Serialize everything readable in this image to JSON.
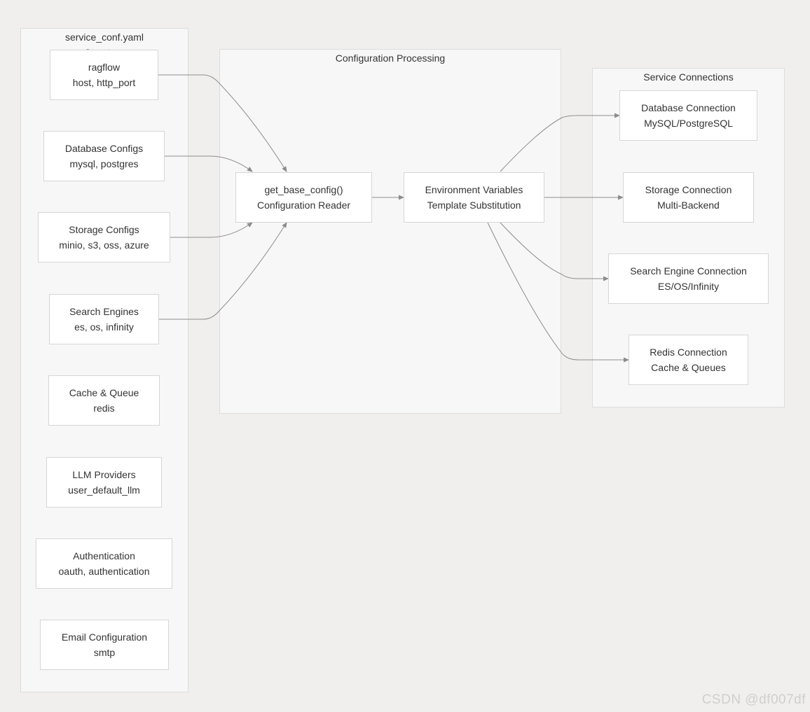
{
  "groups": {
    "service_conf": {
      "title_line1": "service_conf.yaml",
      "title_line2": "Structure"
    },
    "processing": {
      "title": "Configuration Processing"
    },
    "connections": {
      "title": "Service Connections"
    }
  },
  "nodes": {
    "ragflow": [
      "ragflow",
      "host, http_port"
    ],
    "database_configs": [
      "Database Configs",
      "mysql, postgres"
    ],
    "storage_configs": [
      "Storage Configs",
      "minio, s3, oss, azure"
    ],
    "search_engines": [
      "Search Engines",
      "es, os, infinity"
    ],
    "cache_queue": [
      "Cache & Queue",
      "redis"
    ],
    "llm_providers": [
      "LLM Providers",
      "user_default_llm"
    ],
    "authentication": [
      "Authentication",
      "oauth, authentication"
    ],
    "email_configuration": [
      "Email Configuration",
      "smtp"
    ],
    "get_base_config": [
      "get_base_config()",
      "Configuration Reader"
    ],
    "env_vars": [
      "Environment Variables",
      "Template Substitution"
    ],
    "database_connection": [
      "Database Connection",
      "MySQL/PostgreSQL"
    ],
    "storage_connection": [
      "Storage Connection",
      "Multi-Backend"
    ],
    "search_engine_connection": [
      "Search Engine Connection",
      "ES/OS/Infinity"
    ],
    "redis_connection": [
      "Redis Connection",
      "Cache & Queues"
    ]
  },
  "edges": [
    [
      "ragflow",
      "get_base_config"
    ],
    [
      "database_configs",
      "get_base_config"
    ],
    [
      "storage_configs",
      "get_base_config"
    ],
    [
      "search_engines",
      "get_base_config"
    ],
    [
      "get_base_config",
      "env_vars"
    ],
    [
      "env_vars",
      "database_connection"
    ],
    [
      "env_vars",
      "storage_connection"
    ],
    [
      "env_vars",
      "search_engine_connection"
    ],
    [
      "env_vars",
      "redis_connection"
    ]
  ],
  "watermark": "CSDN @df007df",
  "colors": {
    "edge": "#8c8c8c",
    "node_border": "#d6d6d6",
    "group_fill": "#f7f7f7",
    "background": "#f0efed"
  }
}
